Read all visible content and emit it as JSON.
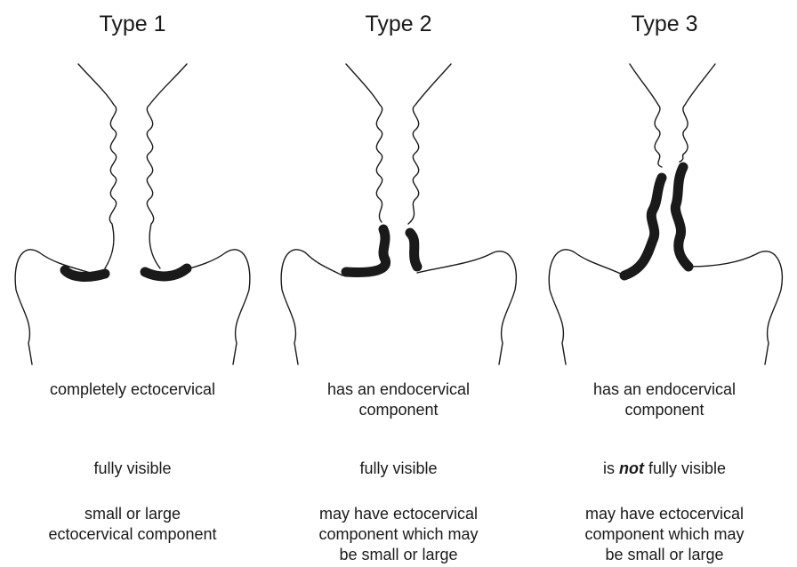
{
  "panels": [
    {
      "title": "Type 1",
      "location": "completely ectocervical",
      "visibility_prefix": "",
      "visibility_emphasis": "",
      "visibility_suffix": "fully visible",
      "ectocervical": "small or large\nectocervical component"
    },
    {
      "title": "Type 2",
      "location": "has an endocervical\ncomponent",
      "visibility_prefix": "",
      "visibility_emphasis": "",
      "visibility_suffix": "fully visible",
      "ectocervical": "may have ectocervical\ncomponent which may\nbe small or large"
    },
    {
      "title": "Type 3",
      "location": "has an endocervical\ncomponent",
      "visibility_prefix": "is ",
      "visibility_emphasis": "not",
      "visibility_suffix": " fully visible",
      "ectocervical": "may have ectocervical\ncomponent which may\nbe small or large"
    }
  ]
}
